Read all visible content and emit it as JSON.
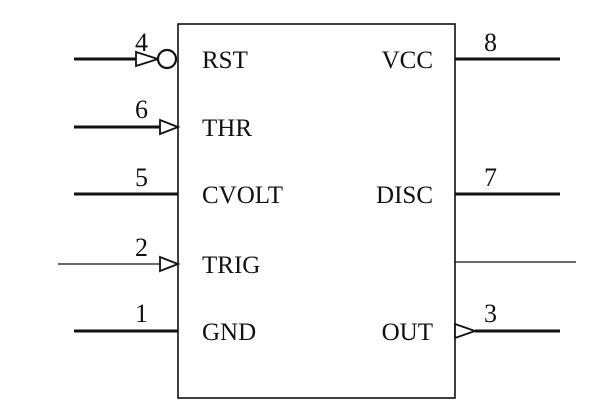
{
  "pins": {
    "rst": {
      "num": "4",
      "label": "RST"
    },
    "thr": {
      "num": "6",
      "label": "THR"
    },
    "cvolt": {
      "num": "5",
      "label": "CVOLT"
    },
    "trig": {
      "num": "2",
      "label": "TRIG"
    },
    "gnd": {
      "num": "1",
      "label": "GND"
    },
    "vcc": {
      "num": "8",
      "label": "VCC"
    },
    "disc": {
      "num": "7",
      "label": "DISC"
    },
    "out": {
      "num": "3",
      "label": "OUT"
    }
  }
}
